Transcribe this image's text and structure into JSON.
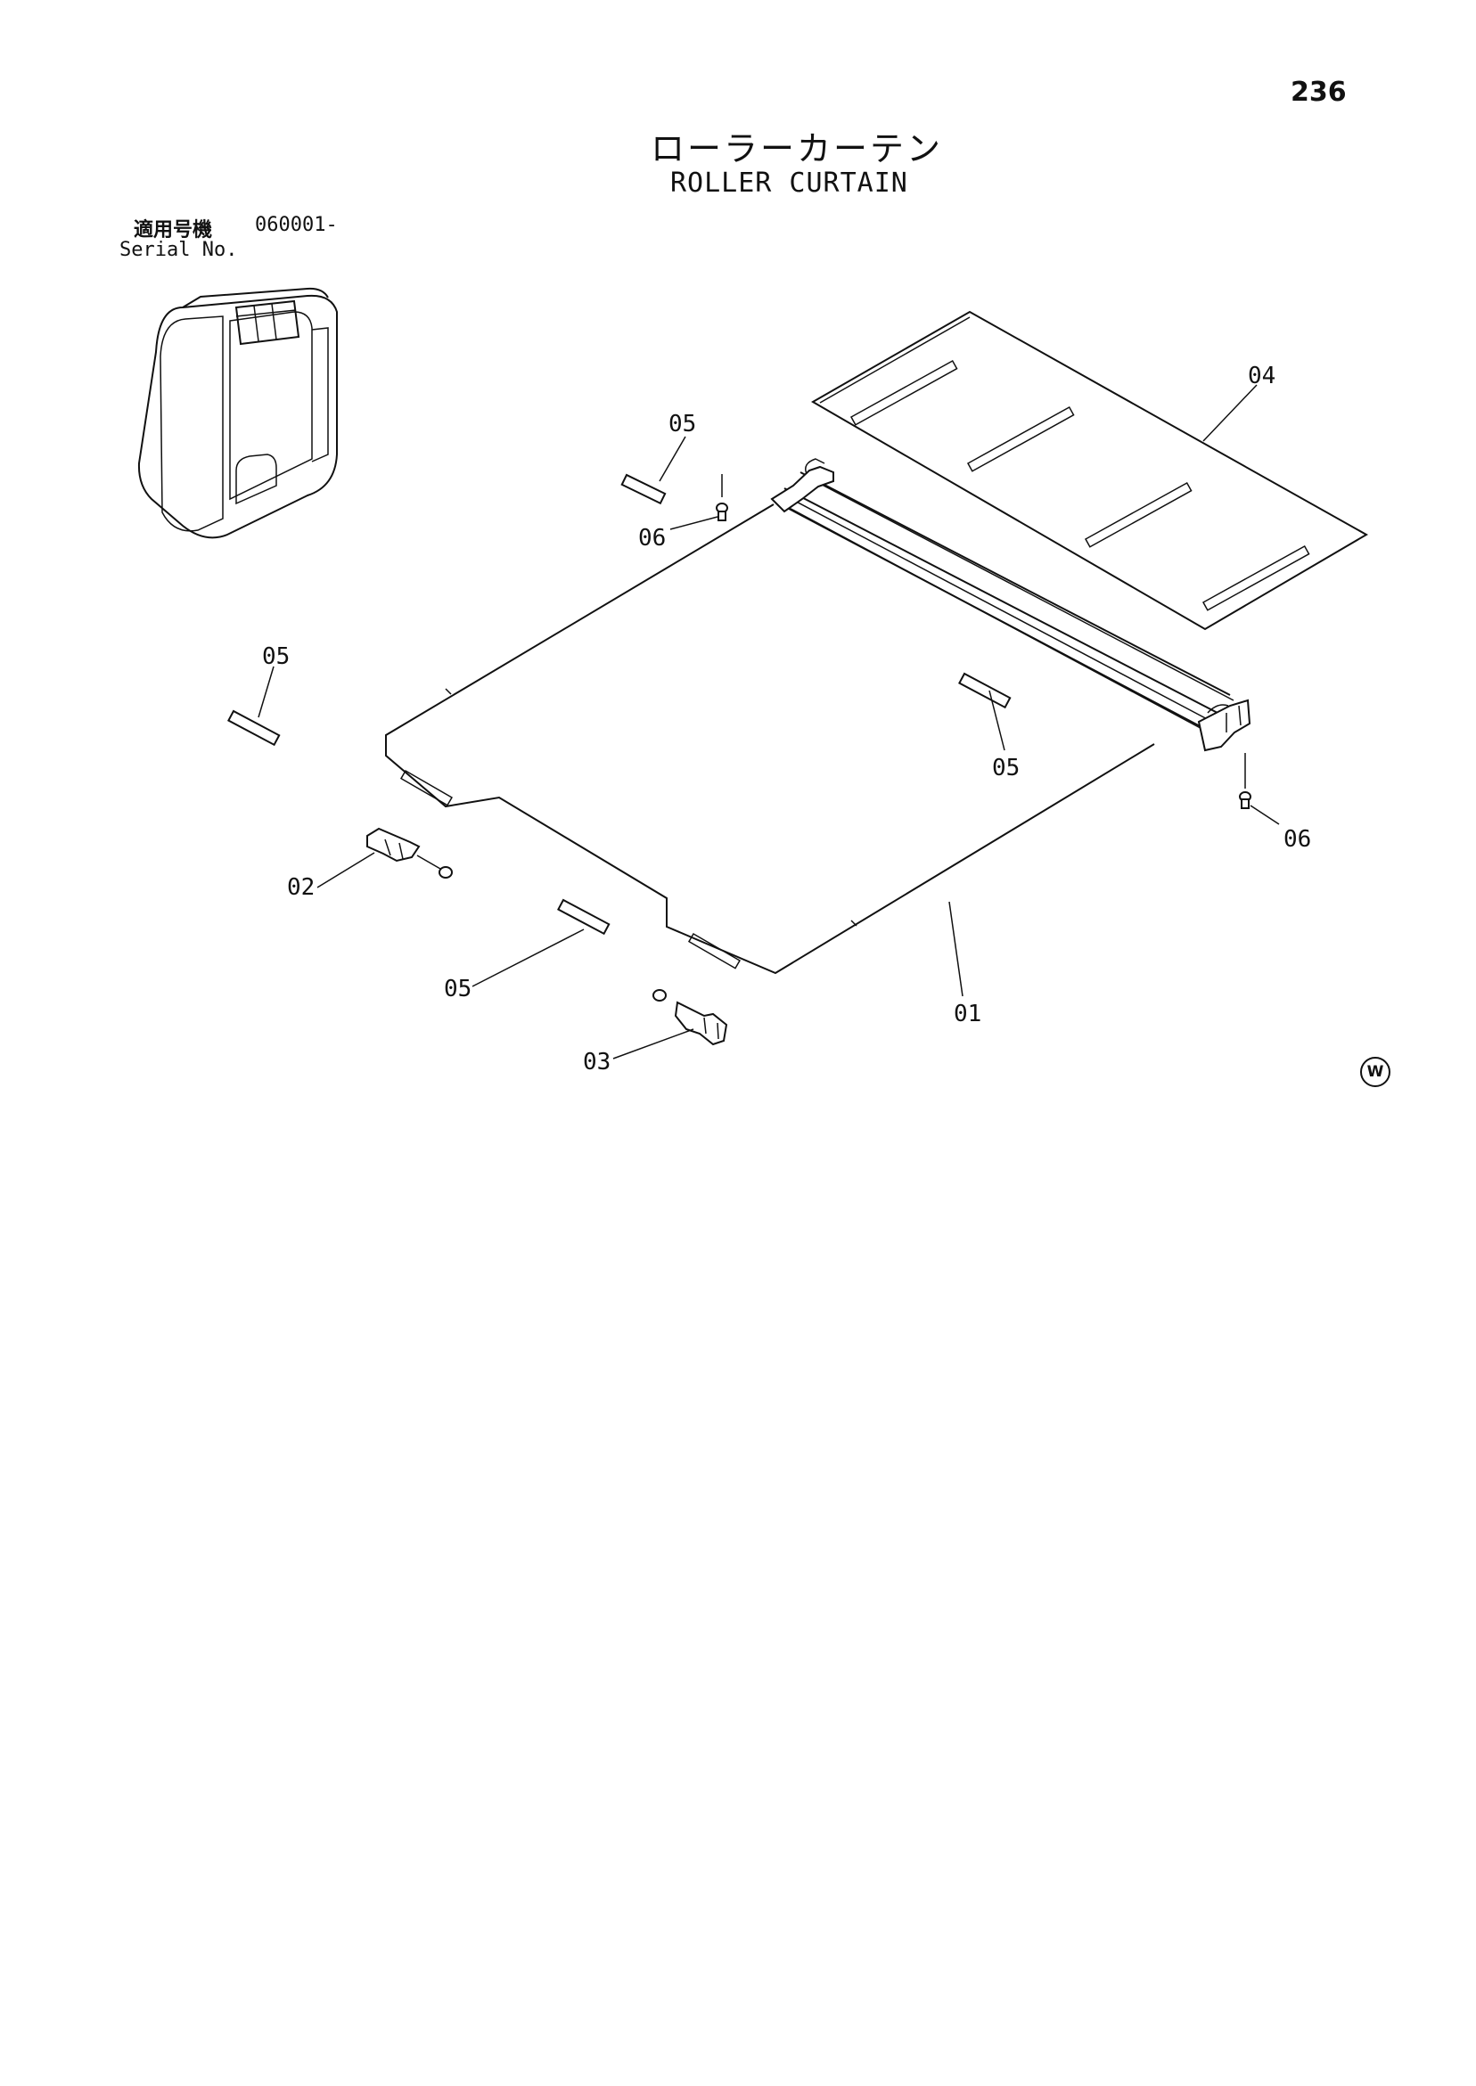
{
  "page": {
    "number": "236",
    "title_jp": "ローラーカーテン",
    "title_en": "ROLLER CURTAIN",
    "serial_label_jp": "適用号機",
    "serial_value": "060001-",
    "serial_label_en": "Serial No.",
    "watermark_symbol": "W"
  },
  "parts": {
    "p01": "01",
    "p02": "02",
    "p03": "03",
    "p04": "04",
    "p05": "05",
    "p06": "06"
  }
}
